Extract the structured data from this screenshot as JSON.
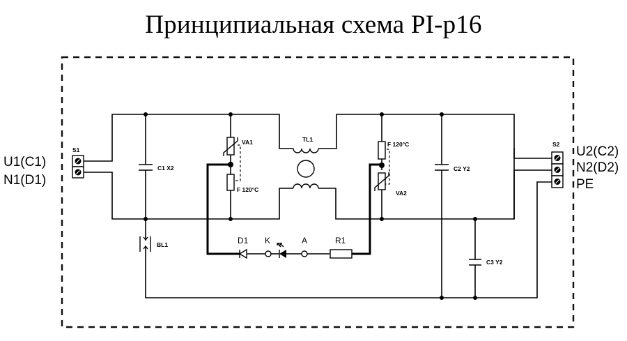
{
  "title": "Принципиальная схема PI-p16",
  "terminals": {
    "left": [
      {
        "id": "u1",
        "label": "U1(C1)"
      },
      {
        "id": "n1",
        "label": "N1(D1)"
      }
    ],
    "right": [
      {
        "id": "u2",
        "label": "U2(C2)"
      },
      {
        "id": "n2",
        "label": "N2(D2)"
      },
      {
        "id": "pe",
        "label": "PE"
      }
    ]
  },
  "components": {
    "s1": "S1",
    "s2": "S2",
    "c1": "C1 X2",
    "c2": "C2 Y2",
    "c3": "C3 Y2",
    "va1": "VA1",
    "va2": "VA2",
    "f1": "F 120°C",
    "f2": "F 120°C",
    "tl1": "TL1",
    "bl1": "BL1",
    "d1": "D1",
    "k": "K",
    "a": "A",
    "r1": "R1"
  }
}
